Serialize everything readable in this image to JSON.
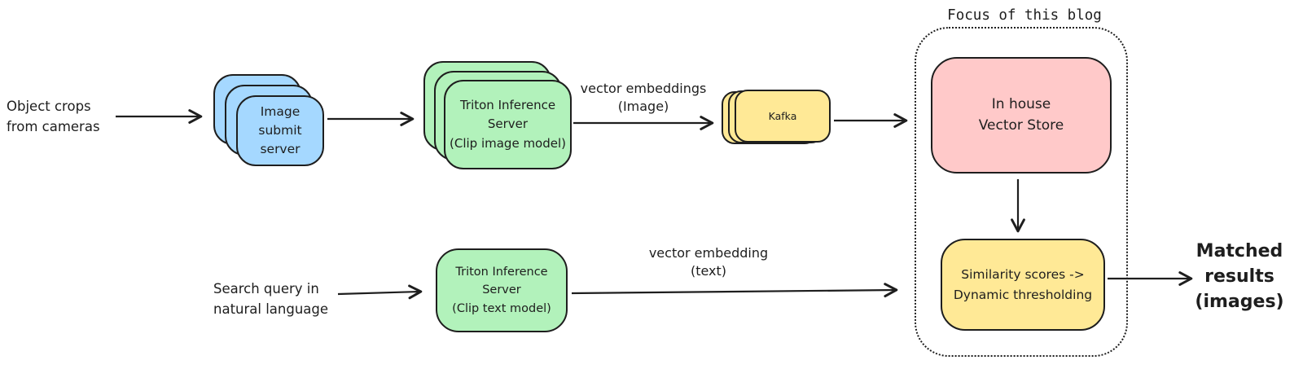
{
  "diagram_type": "architecture-flowchart",
  "colors": {
    "background": "#ffffff",
    "stroke": "#1e1e1e",
    "blue_fill": "#a5d8ff",
    "green_fill": "#b2f2bb",
    "yellow_fill": "#ffe996",
    "pink_fill": "#ffc9c9"
  },
  "nodes": {
    "object_crops_label": "Object crops\nfrom cameras",
    "image_submit_server": "Image\nsubmit\nserver",
    "triton_image_server": "Triton Inference\nServer\n(Clip image model)",
    "vector_embeddings_image_label": "vector embeddings\n(Image)",
    "kafka": "Kafka",
    "focus_label": "Focus of this blog",
    "vector_store": "In house\nVector Store",
    "similarity_thresholding": "Similarity scores ->\nDynamic thresholding",
    "matched_results_label": "Matched\nresults\n(images)",
    "search_query_label": "Search query in\nnatural language",
    "triton_text_server": "Triton Inference\nServer\n(Clip text model)",
    "vector_embedding_text_label": "vector embedding\n(text)"
  }
}
